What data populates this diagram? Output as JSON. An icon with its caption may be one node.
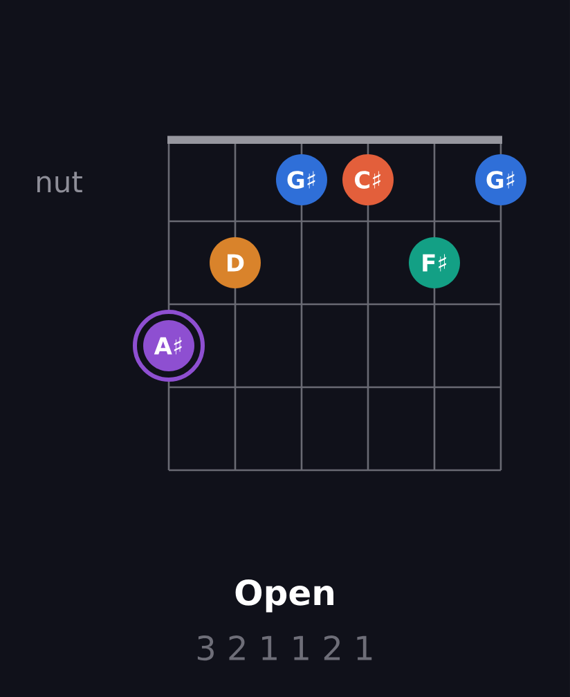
{
  "diagram": {
    "title": "Open",
    "nodes": [
      {
        "text": [
          "G♯"
        ]
      },
      {
        "text": [
          "C♯"
        ]
      },
      {
        "text": [
          "G♯"
        ]
      },
      {
        "text": [
          "D"
        ]
      },
      {
        "text": [
          "F♯"
        ]
      },
      {
        "text": [
          "A♯"
        ]
      }
    ],
    "labels": [
      "nut",
      "3 2 1 1 2 1"
    ]
  }
}
